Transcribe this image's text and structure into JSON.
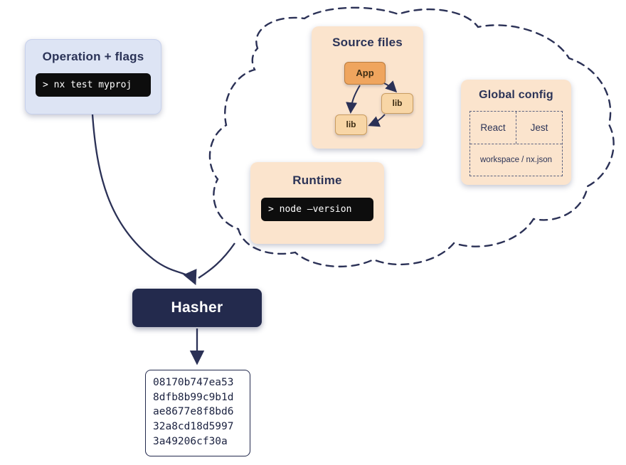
{
  "colors": {
    "navy": "#232a4d",
    "line": "#2b3156",
    "peach_card": "#fbe4cd",
    "lavender_card": "#dde4f4",
    "orange_node": "#efa55e",
    "lib_node": "#f8d6a6",
    "terminal_bg": "#0d0d0d"
  },
  "operation": {
    "title": "Operation + flags",
    "command": "> nx test myproj"
  },
  "source_files": {
    "title": "Source files",
    "app_label": "App",
    "lib_right_label": "lib",
    "lib_bottom_label": "lib"
  },
  "global_config": {
    "title": "Global config",
    "cell_react": "React",
    "cell_jest": "Jest",
    "cell_workspace": "workspace / nx.json"
  },
  "runtime": {
    "title": "Runtime",
    "command": "> node –version"
  },
  "hasher": {
    "label": "Hasher"
  },
  "hash_output": {
    "lines": [
      "08170b747ea53",
      "8dfb8b99c9b1d",
      "ae8677e8f8bd6",
      "32a8cd18d5997",
      "3a49206cf30a"
    ]
  }
}
